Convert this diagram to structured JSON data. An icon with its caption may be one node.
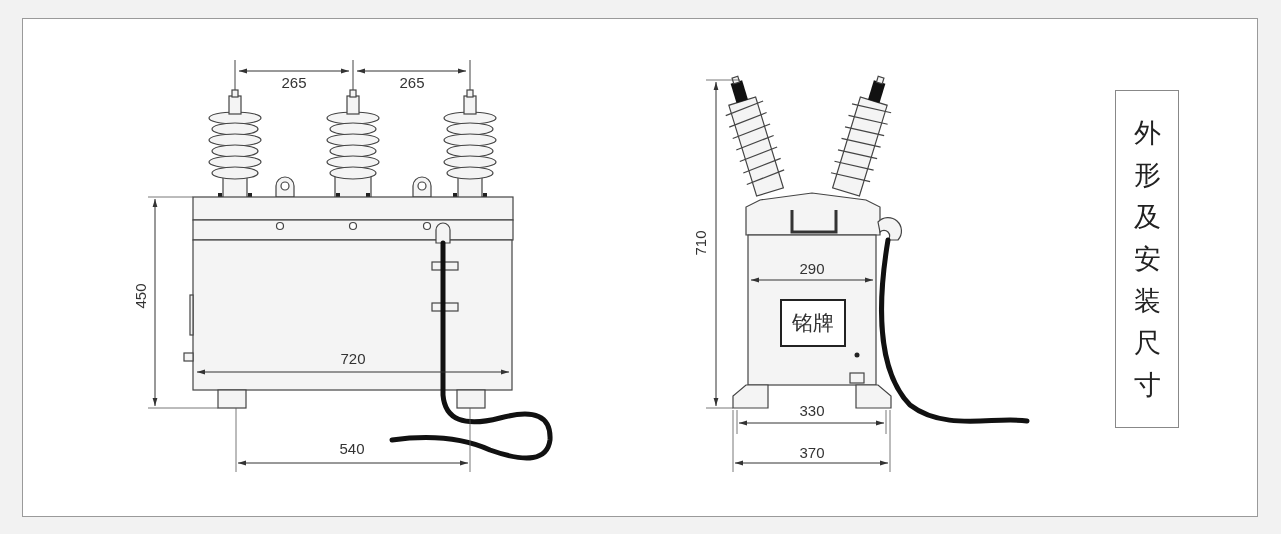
{
  "diagram": {
    "nodes": [
      {
        "text": [
          "外形及安装尺寸"
        ]
      },
      {
        "text": [
          "铭牌"
        ]
      }
    ],
    "labels": [
      "265",
      "265",
      "450",
      "720",
      "540",
      "710",
      "290",
      "330",
      "370"
    ]
  }
}
